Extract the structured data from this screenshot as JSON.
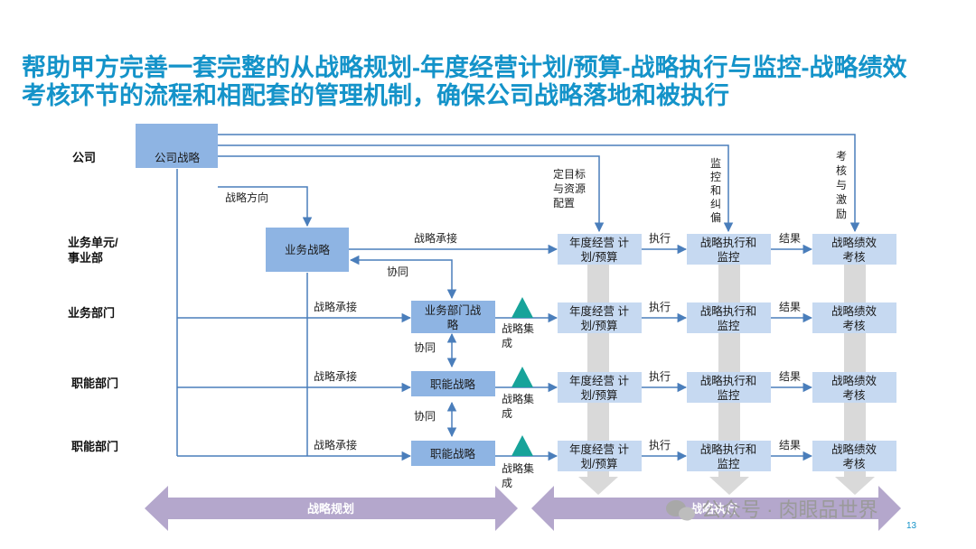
{
  "title": {
    "line1": "帮助甲方完善一套完整的从战略规划-年度经营计划/预算-战略执行与监控-战略绩效",
    "line2": "考核环节的流程和相配套的管理机制，确保公司战略落地和被执行"
  },
  "rows": {
    "company": "公司",
    "bu": [
      "业务单元/",
      "事业部"
    ],
    "dept": "业务部门",
    "func1": "职能部门",
    "func2": "职能部门"
  },
  "boxes": {
    "company_strategy": "公司战略",
    "bu_strategy": "业务战略",
    "dept_strategy": [
      "业务部门战",
      "略"
    ],
    "func_strategy_1": "职能战略",
    "func_strategy_2": "职能战略",
    "annual_plan": [
      "年度经营 计",
      "划/预算"
    ],
    "exec_monitor": [
      "战略执行和",
      "监控"
    ],
    "perf_review": [
      "战略绩效",
      "考核"
    ]
  },
  "labels": {
    "direction": "战略方向",
    "inherit": "战略承接",
    "coordinate": "协同",
    "integrate": [
      "战略集",
      "成"
    ],
    "execute": "执行",
    "result": "结果",
    "target_setting": [
      "定目标",
      "与资源",
      "配置"
    ],
    "monitor_vertical": [
      "监",
      "控",
      "和",
      "纠",
      "偏"
    ],
    "review_vertical": [
      "考",
      "核",
      "与",
      "激",
      "励"
    ]
  },
  "banners": {
    "planning": "战略规划",
    "execution": "战略执行"
  },
  "watermark": "公众号 · 肉眼品世界",
  "page_number": "13",
  "colors": {
    "title": "#1493c9",
    "box_dark": "#8eb4e3",
    "box_light": "#c6d9f1",
    "arrow": "#4a7ebb",
    "triangle": "#17a39a",
    "banner": "#b4a7cc",
    "gray_column": "#d9d9d9"
  }
}
